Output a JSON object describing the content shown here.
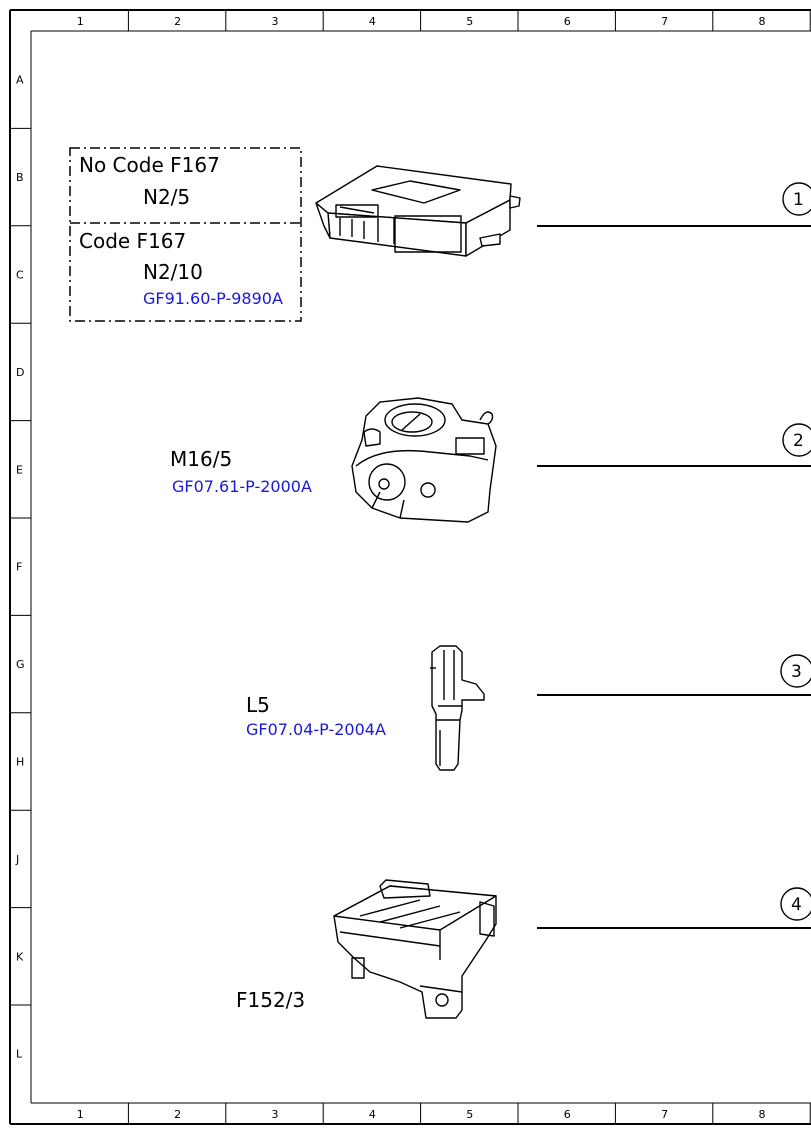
{
  "grid": {
    "columns": [
      "1",
      "2",
      "3",
      "4",
      "5",
      "6",
      "7",
      "8"
    ],
    "rows": [
      "A",
      "B",
      "C",
      "D",
      "E",
      "F",
      "G",
      "H",
      "J",
      "K",
      "L"
    ]
  },
  "boxes": {
    "no_code": {
      "title": "No Code F167",
      "part": "N2/5"
    },
    "code": {
      "title": "Code F167",
      "part": "N2/10",
      "ref": "GF91.60-P-9890A"
    }
  },
  "components": [
    {
      "label": "M16/5",
      "ref": "GF07.61-P-2000A",
      "callout": "2"
    },
    {
      "label": "L5",
      "ref": "GF07.04-P-2004A",
      "callout": "3"
    },
    {
      "label": "F152/3",
      "callout": "4"
    }
  ],
  "callout_box": "1"
}
